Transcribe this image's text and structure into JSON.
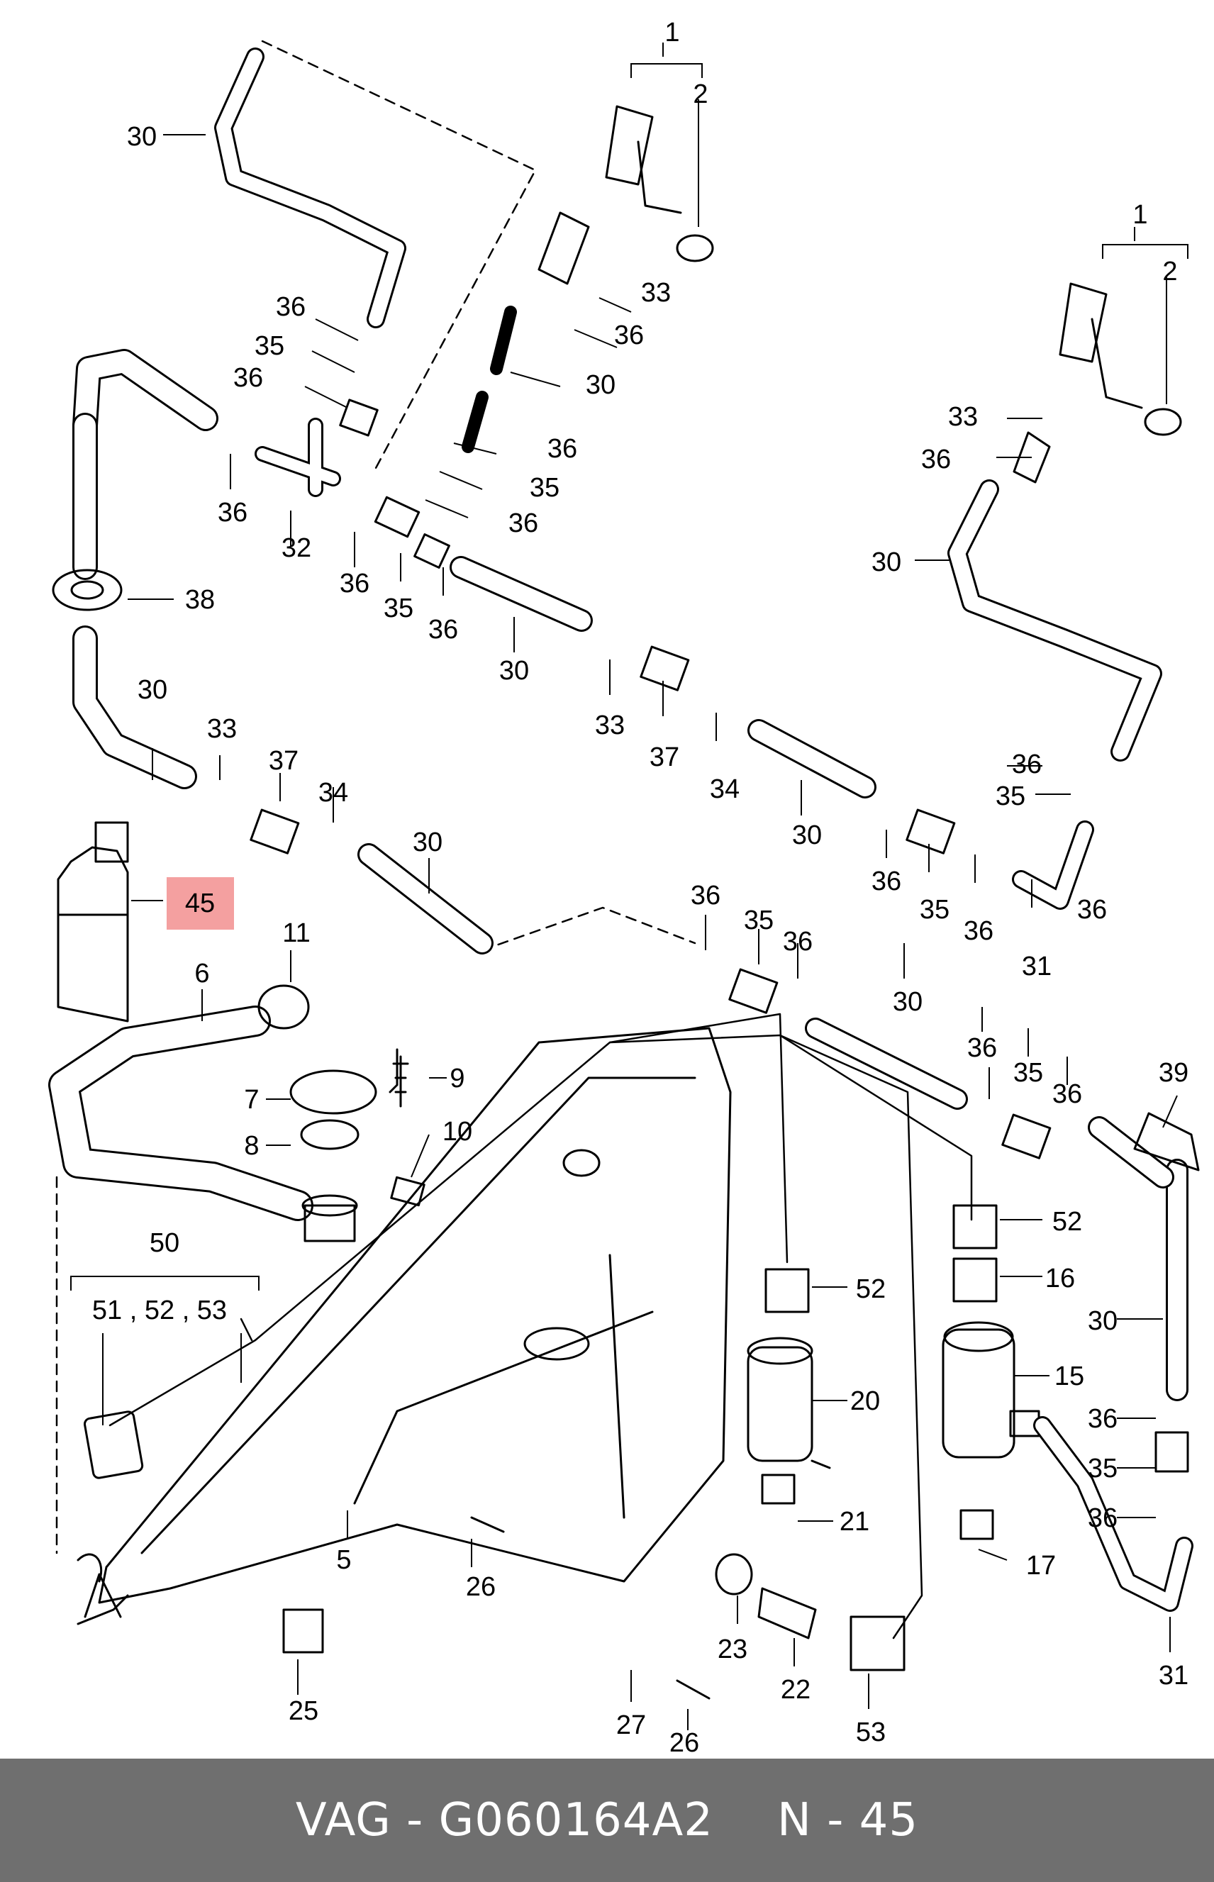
{
  "highlight_color": "#f4a0a0",
  "footer": {
    "part_number": "VAG - G060164A2",
    "item": "N - 45"
  },
  "callouts": {
    "c1a": "1",
    "c2a": "2",
    "c1b": "1",
    "c2b": "2",
    "c30a": "30",
    "c36a": "36",
    "c35a": "35",
    "c36b": "36",
    "c36c": "36",
    "c32": "32",
    "c36d": "36",
    "c35b": "35",
    "c36e": "36",
    "c38": "38",
    "c33a": "33",
    "c36f": "36",
    "c30b": "30",
    "c36g": "36",
    "c35c": "35",
    "c36h": "36",
    "c30c": "30",
    "c33b": "33",
    "c37a": "37",
    "c34a": "34",
    "c33c": "33",
    "c37b": "37",
    "c34b": "34",
    "c30d": "30",
    "c30e": "30",
    "c36i": "36",
    "c35d": "35",
    "c36j": "36",
    "c31a": "31",
    "c33d": "33",
    "c36k": "36",
    "c30f": "30",
    "c36l": "36",
    "c35e": "35",
    "c36m": "36",
    "c45": "45",
    "c11": "11",
    "c6": "6",
    "c9": "9",
    "c7": "7",
    "c8": "8",
    "c10": "10",
    "c50": "50",
    "c51": "51 , 52 , 53",
    "c36n": "36",
    "c35f": "35",
    "c36o": "36",
    "c30g": "30",
    "c36p": "36",
    "c35g": "35",
    "c36q": "36",
    "c39": "39",
    "c52a": "52",
    "c16": "16",
    "c30h": "30",
    "c52b": "52",
    "c20": "20",
    "c21": "21",
    "c15": "15",
    "c36r": "36",
    "c35h": "35",
    "c36s": "36",
    "c17": "17",
    "c31b": "31",
    "c5": "5",
    "c26a": "26",
    "c23": "23",
    "c22": "22",
    "c53": "53",
    "c27": "27",
    "c26b": "26",
    "c25": "25"
  }
}
